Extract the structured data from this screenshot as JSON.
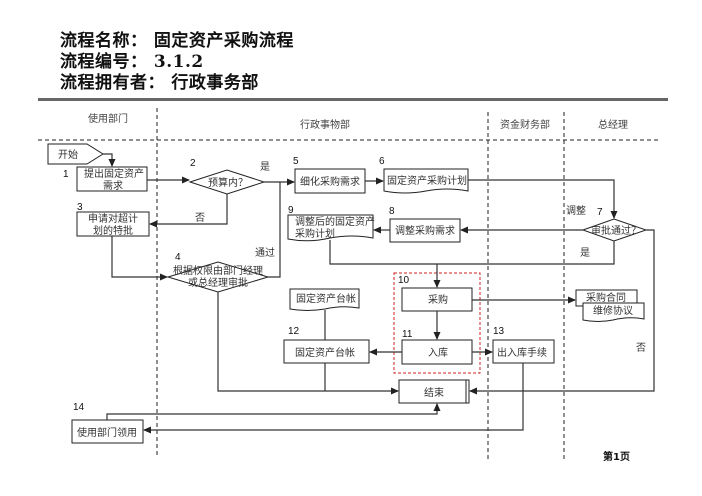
{
  "header": {
    "process_name": "流程名称： 固定资产采购流程",
    "process_code": "流程编号：  3.1.2",
    "process_owner": "流程拥有者： 行政事务部"
  },
  "lanes": [
    "使用部门",
    "行政事物部",
    "资金财务部",
    "总经理"
  ],
  "nodes": {
    "start": {
      "label": "开始"
    },
    "n1": {
      "num": "1",
      "label1": "提出固定资产",
      "label2": "需求"
    },
    "n2": {
      "num": "2",
      "label": "预算内？"
    },
    "n3": {
      "num": "3",
      "label1": "申请对超计",
      "label2": "划的特批"
    },
    "n4": {
      "num": "4",
      "label1": "根据权限由部门经理",
      "label2": "或总经理审批"
    },
    "n5": {
      "num": "5",
      "label": "细化采购需求"
    },
    "n6": {
      "num": "6",
      "label": "固定资产采购计划"
    },
    "n7": {
      "num": "7",
      "label": "审批通过？"
    },
    "n8": {
      "num": "8",
      "label": "调整采购需求"
    },
    "n9": {
      "num": "9",
      "label1": "调整后的固定资产",
      "label2": "采购计划"
    },
    "n10": {
      "num": "10",
      "label": "采购"
    },
    "n11": {
      "num": "11",
      "label": "入库"
    },
    "n12": {
      "num": "12",
      "label": "固定资产台帐"
    },
    "n12doc": {
      "label": "固定资产台帐"
    },
    "n13": {
      "num": "13",
      "label": "出入库手续"
    },
    "n14": {
      "num": "14",
      "label": "使用部门领用"
    },
    "contract": {
      "label": "采购合同"
    },
    "repair": {
      "label": "维修协议"
    },
    "end": {
      "label": "结束"
    }
  },
  "edge_labels": {
    "yes_budget": "是",
    "no_budget": "否",
    "approved": "通过",
    "adjust": "调整",
    "yes_approve": "是",
    "no_approve": "否"
  },
  "footer": {
    "page": "第1页"
  },
  "colors": {
    "highlight_box": "#cc2222",
    "line": "#333333",
    "rule": "#666666"
  }
}
